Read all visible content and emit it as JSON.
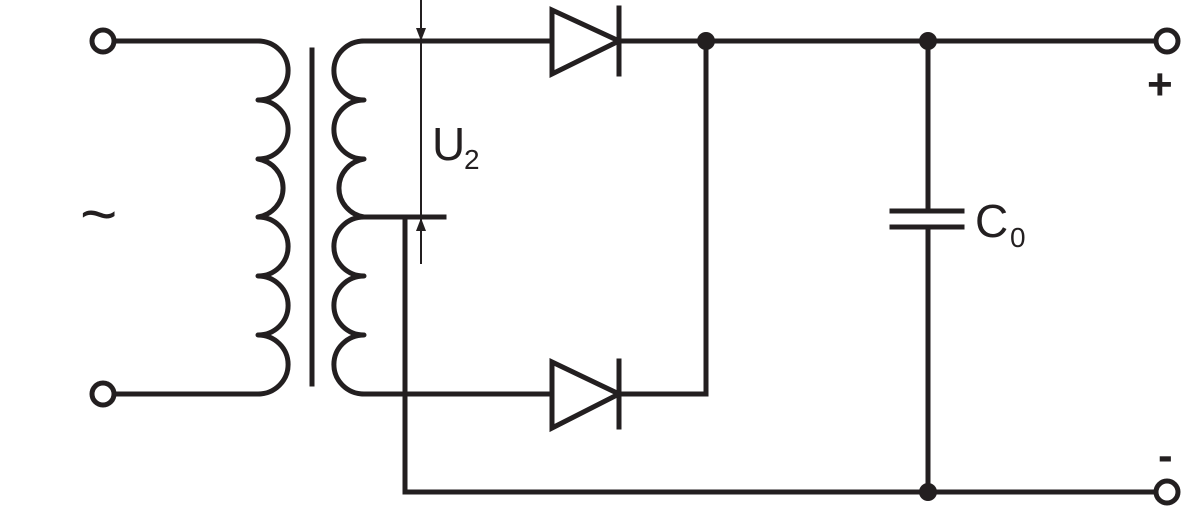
{
  "labels": {
    "ac_symbol": "~",
    "voltage_main": "U",
    "voltage_sub": "2",
    "cap_main": "C",
    "cap_sub": "0",
    "plus": "+",
    "minus": "-"
  },
  "colors": {
    "line": "#231f20",
    "background": "#ffffff"
  }
}
